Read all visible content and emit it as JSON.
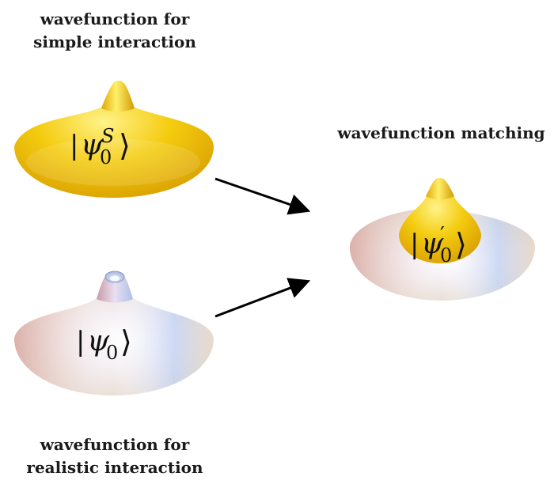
{
  "captions": {
    "simple_line1": "wavefunction for",
    "simple_line2": "simple interaction",
    "matching": "wavefunction matching",
    "realistic_line1": "wavefunction for",
    "realistic_line2": "realistic interaction"
  },
  "labels": {
    "simple": {
      "psi": "ψ",
      "sub": "0",
      "sup": "S"
    },
    "realistic": {
      "psi": "ψ",
      "sub": "0"
    },
    "matched": {
      "psi": "ψ",
      "sub": "0",
      "prime": "′"
    }
  },
  "colors": {
    "gold": "#f2c400",
    "gold_light": "#fff07a",
    "gold_dark": "#c98f00",
    "pearl": "#ece4dc",
    "pearl_pink": "#e2b7b2",
    "pearl_blue": "#c9d8f4",
    "arrow": "#000000"
  }
}
